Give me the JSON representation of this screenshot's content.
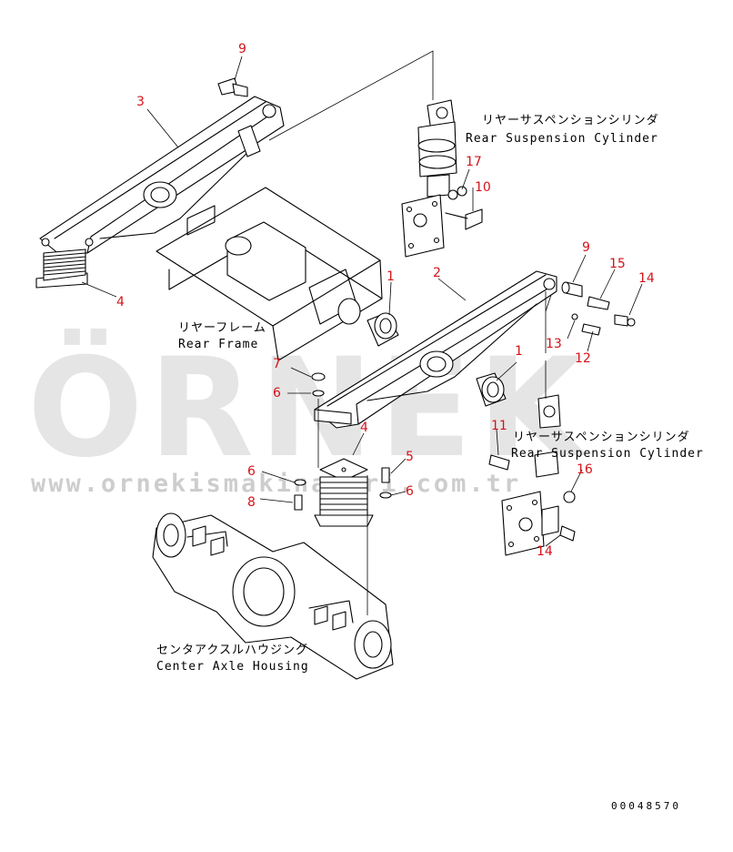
{
  "drawing_code": "00048570",
  "watermark": {
    "brand": "ÖRNEK",
    "url": "www.ornekismakinalari.com.tr",
    "brand_color": "#d0d0d0",
    "accent_color": "#f2c84b"
  },
  "part_number_color": "#d4141a",
  "callouts": {
    "n1a": "1",
    "n1b": "1",
    "n2": "2",
    "n3": "3",
    "n4a": "4",
    "n4b": "4",
    "n5": "5",
    "n6a": "6",
    "n6b": "6",
    "n6c": "6",
    "n7": "7",
    "n8": "8",
    "n9a": "9",
    "n9b": "9",
    "n10": "10",
    "n11": "11",
    "n12": "12",
    "n13": "13",
    "n14a": "14",
    "n14b": "14",
    "n15": "15",
    "n16": "16",
    "n17": "17"
  },
  "labels": {
    "cyl_top_jp": "リヤーサスペンションシリンダ",
    "cyl_top_en": "Rear Suspension Cylinder",
    "frame_jp": "リヤーフレーム",
    "frame_en": "Rear Frame",
    "cyl_right_jp": "リヤーサスペンションシリンダ",
    "cyl_right_en": "Rear Suspension Cylinder",
    "axle_jp": "センタアクスルハウジング",
    "axle_en": "Center Axle Housing"
  }
}
